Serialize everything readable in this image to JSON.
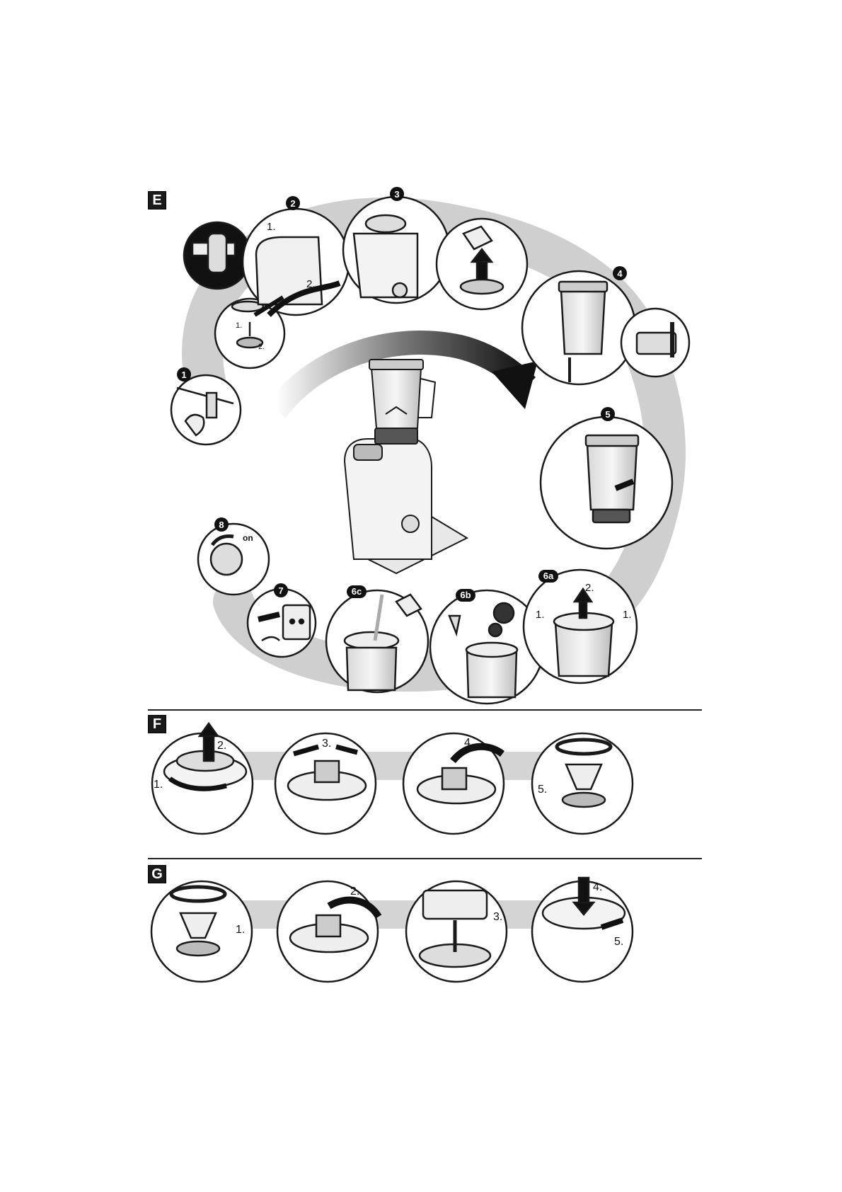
{
  "sections": [
    {
      "id": "E",
      "label": "E"
    },
    {
      "id": "F",
      "label": "F"
    },
    {
      "id": "G",
      "label": "G"
    }
  ],
  "section_e": {
    "steps": [
      {
        "badge": "1",
        "subs": []
      },
      {
        "badge": "",
        "subs": [
          "1.",
          "2."
        ]
      },
      {
        "badge": "2",
        "subs": [
          "1.",
          "2."
        ]
      },
      {
        "badge": "3",
        "subs": []
      },
      {
        "badge": "4",
        "subs": []
      },
      {
        "badge": "5",
        "subs": []
      },
      {
        "badge": "6a",
        "subs": [
          "1.",
          "2.",
          "1."
        ]
      },
      {
        "badge": "6b",
        "subs": []
      },
      {
        "badge": "6c",
        "subs": []
      },
      {
        "badge": "7",
        "subs": []
      },
      {
        "badge": "8",
        "subs": [
          "on"
        ]
      }
    ]
  },
  "section_f": {
    "steps": [
      "2.",
      "1.",
      "3.",
      "4.",
      "5."
    ]
  },
  "section_g": {
    "steps": [
      "1.",
      "2.",
      "3.",
      "4.",
      "5."
    ]
  },
  "colors": {
    "ink": "#1a1a1a",
    "shadow": "#c8c8c8",
    "metal": "#9a9a9a",
    "light": "#eeeeee"
  }
}
